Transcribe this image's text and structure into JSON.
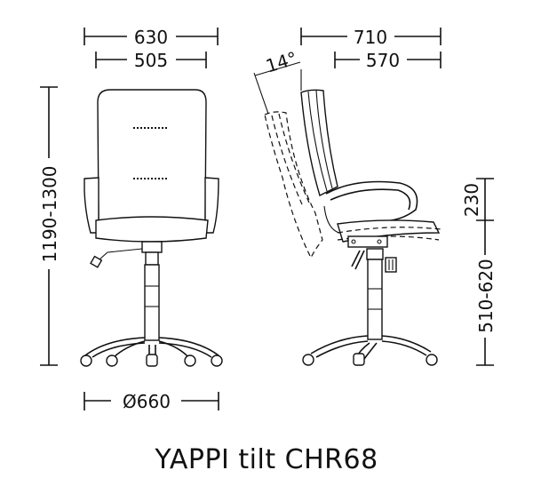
{
  "product": {
    "title": "YAPPI tilt CHR68"
  },
  "dimensions": {
    "front_overall_width": "630",
    "front_seat_width": "505",
    "base_diameter": "Ø660",
    "overall_height": "1190-1300",
    "side_overall_depth": "710",
    "side_seat_depth": "570",
    "backrest_tilt_angle": "14°",
    "armrest_height": "230",
    "seat_height": "510-620"
  },
  "views": {
    "front": "front-view",
    "side": "side-view"
  },
  "colors": {
    "line": "#111111",
    "background": "#ffffff"
  }
}
